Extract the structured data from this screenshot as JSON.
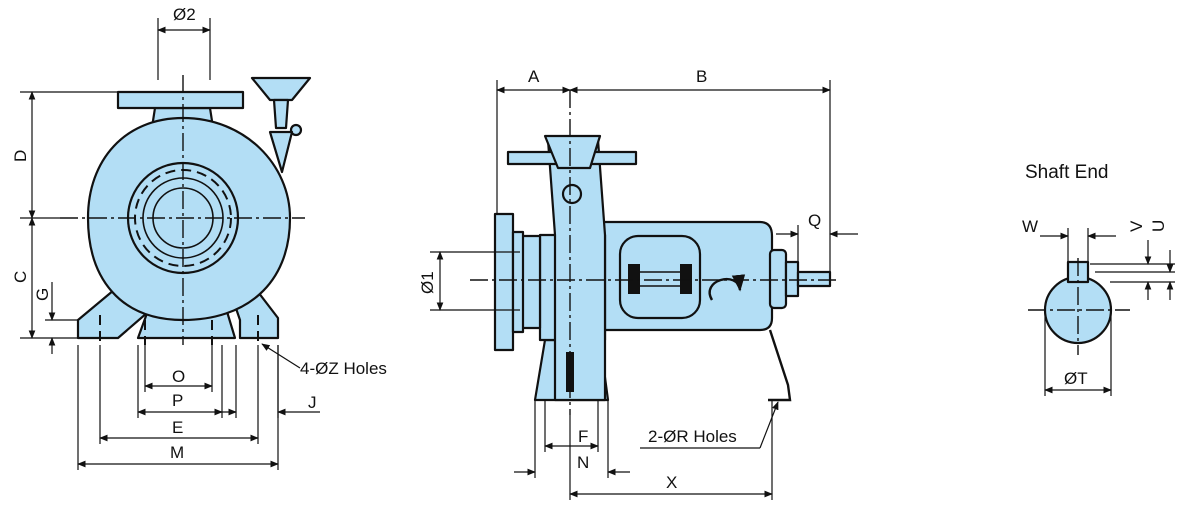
{
  "labels": {
    "d2": "Ø2",
    "D": "D",
    "C": "C",
    "G": "G",
    "O": "O",
    "P": "P",
    "E": "E",
    "M": "M",
    "J": "J",
    "z_holes": "4-ØZ Holes",
    "A": "A",
    "B": "B",
    "Q": "Q",
    "d1": "Ø1",
    "F": "F",
    "N": "N",
    "X": "X",
    "r_holes": "2-ØR Holes",
    "shaft_end": "Shaft End",
    "W": "W",
    "V": "V",
    "U": "U",
    "T": "ØT"
  },
  "colors": {
    "body_fill": "#b3def5",
    "outline": "#111111",
    "background": "#ffffff"
  }
}
